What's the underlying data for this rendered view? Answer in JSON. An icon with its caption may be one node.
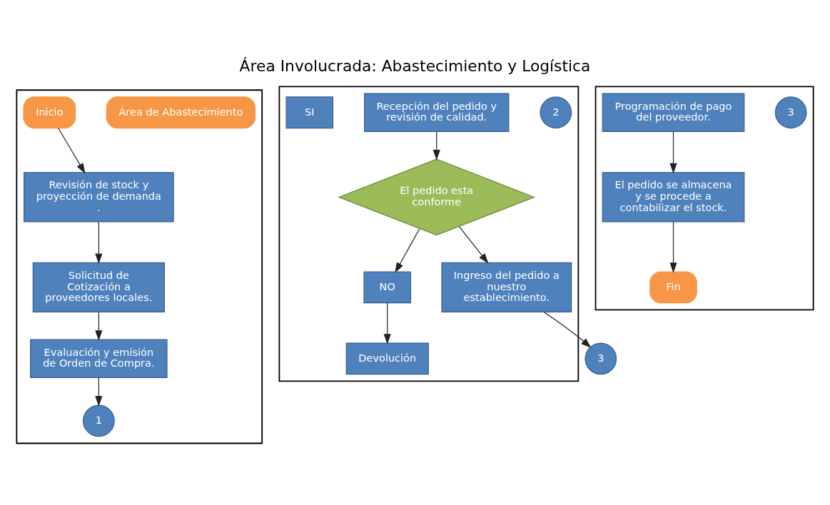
{
  "diagram": {
    "title": "Área Involucrada: Abastecimiento y Logística",
    "nodes": [
      {
        "text": [],
        "shape": "box"
      },
      {
        "text": [
          "Área de Abastecimiento"
        ],
        "in": 0
      },
      {
        "text": [
          "Inicio"
        ],
        "in": 0
      },
      {
        "text": [
          "Revisión de stock y proyección de demanda ."
        ],
        "in": 0
      },
      {
        "text": [
          "Solicitud de Cotización a proveedores locales."
        ],
        "in": 0
      },
      {
        "text": [
          "Evaluación y emisión de Orden de Compra."
        ],
        "in": 0
      },
      {
        "text": [
          "1"
        ],
        "in": 0
      },
      {
        "text": [],
        "shape": "box"
      },
      {
        "text": [
          "2"
        ],
        "in": 7
      },
      {
        "text": [
          "Recepción del pedido y revisión de calidad."
        ],
        "in": 7
      },
      {
        "text": [
          "El pedido esta conforme"
        ],
        "in": 7
      },
      {
        "text": [
          "NO"
        ],
        "in": 7
      },
      {
        "text": [
          "Devolución"
        ],
        "in": 7
      },
      {
        "text": [
          "SI"
        ],
        "in": 7
      },
      {
        "text": [
          "Ingreso del pedido a nuestro establecimiento."
        ],
        "in": 7
      },
      {
        "text": [
          "3"
        ]
      },
      {
        "text": [],
        "shape": "box"
      },
      {
        "text": [
          "3"
        ],
        "in": 16
      },
      {
        "text": [
          "Programación de pago del proveedor."
        ],
        "in": 16
      },
      {
        "text": [
          "El pedido se almacena y se procede a contabilizar el stock."
        ],
        "in": 16
      },
      {
        "text": [
          "Fin"
        ],
        "in": 16
      }
    ],
    "edges": [
      {
        "from": 2,
        "to": 3,
        "arrow": "to"
      },
      {
        "from": 3,
        "to": 4,
        "arrow": "to"
      },
      {
        "from": 4,
        "to": 5,
        "arrow": "to"
      },
      {
        "from": 5,
        "to": 6,
        "arrow": "to"
      },
      {
        "from": 9,
        "to": 10,
        "arrow": "to"
      },
      {
        "from": 10,
        "to": 11,
        "arrow": "to"
      },
      {
        "from": 11,
        "to": 12,
        "arrow": "to"
      },
      {
        "from": 10,
        "to": 14,
        "arrow": "to"
      },
      {
        "from": 14,
        "to": 15,
        "arrow": "to"
      },
      {
        "from": 18,
        "to": 19,
        "arrow": "to"
      },
      {
        "from": 19,
        "to": 20,
        "arrow": "to"
      }
    ]
  }
}
